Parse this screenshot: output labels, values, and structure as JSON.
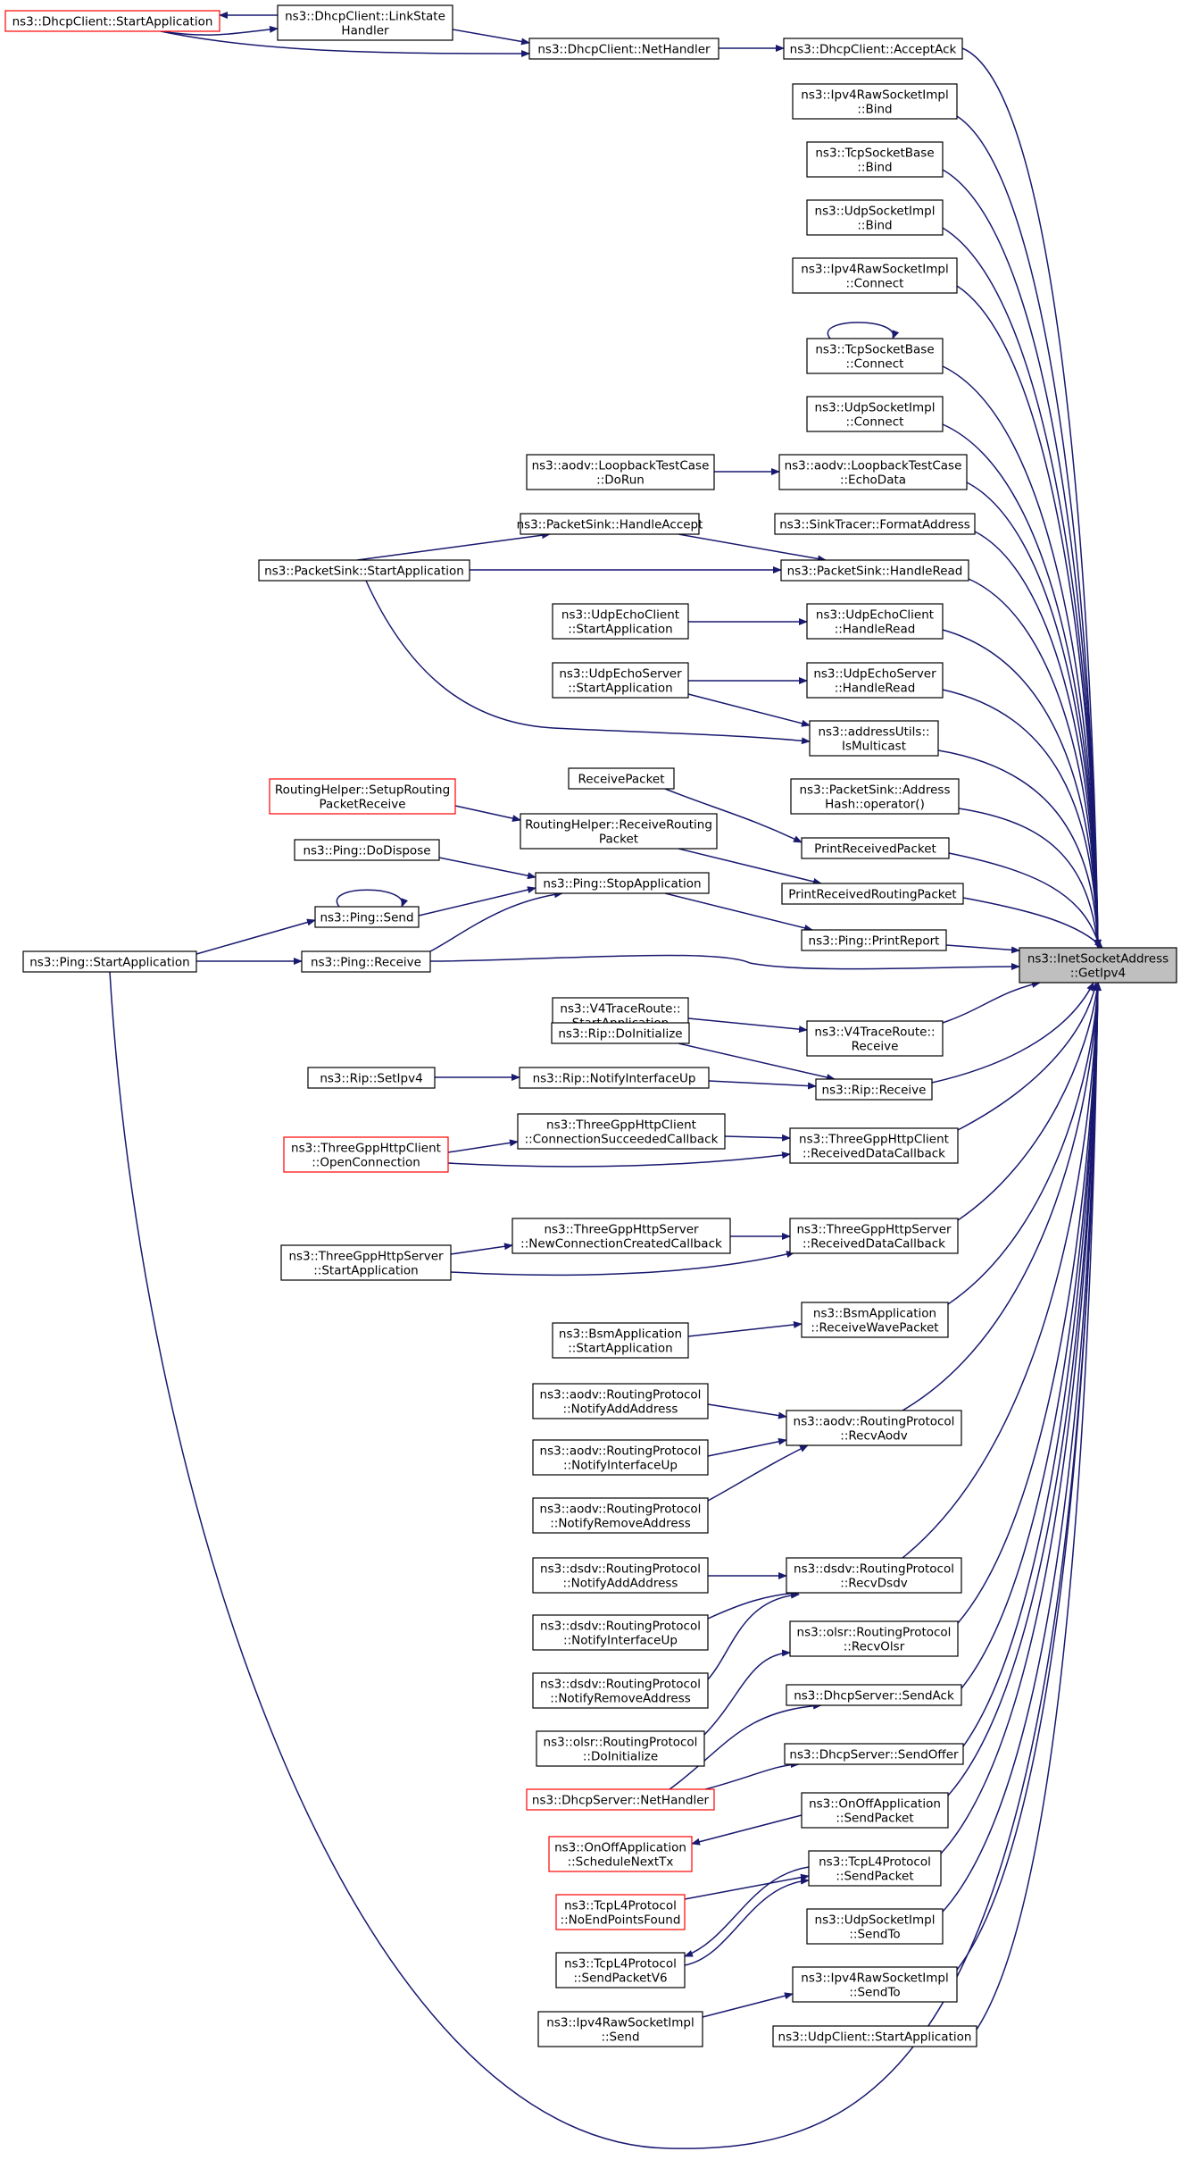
{
  "colors": {
    "edge": "#191970",
    "node_border": "#000000",
    "truncated_border": "#ff0000",
    "target_fill": "#bfbfbf",
    "node_fill": "#ffffff"
  },
  "nodes": [
    {
      "id": "target",
      "lines": [
        "ns3::InetSocketAddress",
        "::GetIpv4"
      ],
      "style": "target"
    },
    {
      "id": "dhcp_acceptack",
      "lines": [
        "ns3::DhcpClient::AcceptAck"
      ]
    },
    {
      "id": "dhcp_nethandler",
      "lines": [
        "ns3::DhcpClient::NetHandler"
      ]
    },
    {
      "id": "dhcp_linkstate",
      "lines": [
        "ns3::DhcpClient::LinkState",
        "Handler"
      ]
    },
    {
      "id": "dhcp_startapp",
      "lines": [
        "ns3::DhcpClient::StartApplication"
      ],
      "style": "truncated"
    },
    {
      "id": "ipv4raw_bind",
      "lines": [
        "ns3::Ipv4RawSocketImpl",
        "::Bind"
      ]
    },
    {
      "id": "tcpbase_bind",
      "lines": [
        "ns3::TcpSocketBase",
        "::Bind"
      ]
    },
    {
      "id": "udpimpl_bind",
      "lines": [
        "ns3::UdpSocketImpl",
        "::Bind"
      ]
    },
    {
      "id": "ipv4raw_connect",
      "lines": [
        "ns3::Ipv4RawSocketImpl",
        "::Connect"
      ]
    },
    {
      "id": "tcpbase_connect",
      "lines": [
        "ns3::TcpSocketBase",
        "::Connect"
      ]
    },
    {
      "id": "udpimpl_connect",
      "lines": [
        "ns3::UdpSocketImpl",
        "::Connect"
      ]
    },
    {
      "id": "aodv_echodata",
      "lines": [
        "ns3::aodv::LoopbackTestCase",
        "::EchoData"
      ]
    },
    {
      "id": "aodv_dorun",
      "lines": [
        "ns3::aodv::LoopbackTestCase",
        "::DoRun"
      ]
    },
    {
      "id": "sinktracer",
      "lines": [
        "ns3::SinkTracer::FormatAddress"
      ]
    },
    {
      "id": "pktsink_accept",
      "lines": [
        "ns3::PacketSink::HandleAccept"
      ]
    },
    {
      "id": "pktsink_read",
      "lines": [
        "ns3::PacketSink::HandleRead"
      ]
    },
    {
      "id": "pktsink_start",
      "lines": [
        "ns3::PacketSink::StartApplication"
      ]
    },
    {
      "id": "udpechoc_start",
      "lines": [
        "ns3::UdpEchoClient",
        "::StartApplication"
      ]
    },
    {
      "id": "udpechoc_read",
      "lines": [
        "ns3::UdpEchoClient",
        "::HandleRead"
      ]
    },
    {
      "id": "udpechos_start",
      "lines": [
        "ns3::UdpEchoServer",
        "::StartApplication"
      ]
    },
    {
      "id": "udpechos_read",
      "lines": [
        "ns3::UdpEchoServer",
        "::HandleRead"
      ]
    },
    {
      "id": "addrutils",
      "lines": [
        "ns3::addressUtils::",
        "IsMulticast"
      ]
    },
    {
      "id": "pktsink_hash",
      "lines": [
        "ns3::PacketSink::Address",
        "Hash::operator()"
      ]
    },
    {
      "id": "receivepacket",
      "lines": [
        "ReceivePacket"
      ]
    },
    {
      "id": "printreceived",
      "lines": [
        "PrintReceivedPacket"
      ]
    },
    {
      "id": "rh_setup",
      "lines": [
        "RoutingHelper::SetupRouting",
        "PacketReceive"
      ],
      "style": "truncated"
    },
    {
      "id": "rh_receive",
      "lines": [
        "RoutingHelper::ReceiveRouting",
        "Packet"
      ]
    },
    {
      "id": "printrouting",
      "lines": [
        "PrintReceivedRoutingPacket"
      ]
    },
    {
      "id": "ping_dispose",
      "lines": [
        "ns3::Ping::DoDispose"
      ]
    },
    {
      "id": "ping_stop",
      "lines": [
        "ns3::Ping::StopApplication"
      ]
    },
    {
      "id": "ping_send",
      "lines": [
        "ns3::Ping::Send"
      ]
    },
    {
      "id": "ping_report",
      "lines": [
        "ns3::Ping::PrintReport"
      ]
    },
    {
      "id": "ping_start",
      "lines": [
        "ns3::Ping::StartApplication"
      ]
    },
    {
      "id": "ping_receive",
      "lines": [
        "ns3::Ping::Receive"
      ]
    },
    {
      "id": "v4tr_start",
      "lines": [
        "ns3::V4TraceRoute::",
        "StartApplication"
      ]
    },
    {
      "id": "v4tr_receive",
      "lines": [
        "ns3::V4TraceRoute::",
        "Receive"
      ]
    },
    {
      "id": "rip_init",
      "lines": [
        "ns3::Rip::DoInitialize"
      ]
    },
    {
      "id": "rip_setipv4",
      "lines": [
        "ns3::Rip::SetIpv4"
      ]
    },
    {
      "id": "rip_notify",
      "lines": [
        "ns3::Rip::NotifyInterfaceUp"
      ]
    },
    {
      "id": "rip_receive",
      "lines": [
        "ns3::Rip::Receive"
      ]
    },
    {
      "id": "tgc_open",
      "lines": [
        "ns3::ThreeGppHttpClient",
        "::OpenConnection"
      ],
      "style": "truncated"
    },
    {
      "id": "tgc_conn",
      "lines": [
        "ns3::ThreeGppHttpClient",
        "::ConnectionSucceededCallback"
      ]
    },
    {
      "id": "tgc_recv",
      "lines": [
        "ns3::ThreeGppHttpClient",
        "::ReceivedDataCallback"
      ]
    },
    {
      "id": "tgs_start",
      "lines": [
        "ns3::ThreeGppHttpServer",
        "::StartApplication"
      ]
    },
    {
      "id": "tgs_newconn",
      "lines": [
        "ns3::ThreeGppHttpServer",
        "::NewConnectionCreatedCallback"
      ]
    },
    {
      "id": "tgs_recv",
      "lines": [
        "ns3::ThreeGppHttpServer",
        "::ReceivedDataCallback"
      ]
    },
    {
      "id": "bsm_start",
      "lines": [
        "ns3::BsmApplication",
        "::StartApplication"
      ]
    },
    {
      "id": "bsm_recv",
      "lines": [
        "ns3::BsmApplication",
        "::ReceiveWavePacket"
      ]
    },
    {
      "id": "aodv_notifyadd",
      "lines": [
        "ns3::aodv::RoutingProtocol",
        "::NotifyAddAddress"
      ]
    },
    {
      "id": "aodv_notifyup",
      "lines": [
        "ns3::aodv::RoutingProtocol",
        "::NotifyInterfaceUp"
      ]
    },
    {
      "id": "aodv_notifyrem",
      "lines": [
        "ns3::aodv::RoutingProtocol",
        "::NotifyRemoveAddress"
      ]
    },
    {
      "id": "aodv_recv",
      "lines": [
        "ns3::aodv::RoutingProtocol",
        "::RecvAodv"
      ]
    },
    {
      "id": "dsdv_notifyadd",
      "lines": [
        "ns3::dsdv::RoutingProtocol",
        "::NotifyAddAddress"
      ]
    },
    {
      "id": "dsdv_notifyup",
      "lines": [
        "ns3::dsdv::RoutingProtocol",
        "::NotifyInterfaceUp"
      ]
    },
    {
      "id": "dsdv_notifyrem",
      "lines": [
        "ns3::dsdv::RoutingProtocol",
        "::NotifyRemoveAddress"
      ]
    },
    {
      "id": "dsdv_recv",
      "lines": [
        "ns3::dsdv::RoutingProtocol",
        "::RecvDsdv"
      ]
    },
    {
      "id": "olsr_init",
      "lines": [
        "ns3::olsr::RoutingProtocol",
        "::DoInitialize"
      ]
    },
    {
      "id": "olsr_recv",
      "lines": [
        "ns3::olsr::RoutingProtocol",
        "::RecvOlsr"
      ]
    },
    {
      "id": "dhcps_ack",
      "lines": [
        "ns3::DhcpServer::SendAck"
      ]
    },
    {
      "id": "dhcps_offer",
      "lines": [
        "ns3::DhcpServer::SendOffer"
      ]
    },
    {
      "id": "dhcps_net",
      "lines": [
        "ns3::DhcpServer::NetHandler"
      ],
      "style": "truncated"
    },
    {
      "id": "onoff_send",
      "lines": [
        "ns3::OnOffApplication",
        "::SendPacket"
      ]
    },
    {
      "id": "onoff_sched",
      "lines": [
        "ns3::OnOffApplication",
        "::ScheduleNextTx"
      ],
      "style": "truncated"
    },
    {
      "id": "tcpl4_noend",
      "lines": [
        "ns3::TcpL4Protocol",
        "::NoEndPointsFound"
      ],
      "style": "truncated"
    },
    {
      "id": "tcpl4_send",
      "lines": [
        "ns3::TcpL4Protocol",
        "::SendPacket"
      ]
    },
    {
      "id": "tcpl4_sendv6",
      "lines": [
        "ns3::TcpL4Protocol",
        "::SendPacketV6"
      ]
    },
    {
      "id": "udpimpl_sendto",
      "lines": [
        "ns3::UdpSocketImpl",
        "::SendTo"
      ]
    },
    {
      "id": "ipv4raw_sendto",
      "lines": [
        "ns3::Ipv4RawSocketImpl",
        "::SendTo"
      ]
    },
    {
      "id": "ipv4raw_send",
      "lines": [
        "ns3::Ipv4RawSocketImpl",
        "::Send"
      ]
    },
    {
      "id": "udpclient_start",
      "lines": [
        "ns3::UdpClient::StartApplication"
      ]
    }
  ]
}
